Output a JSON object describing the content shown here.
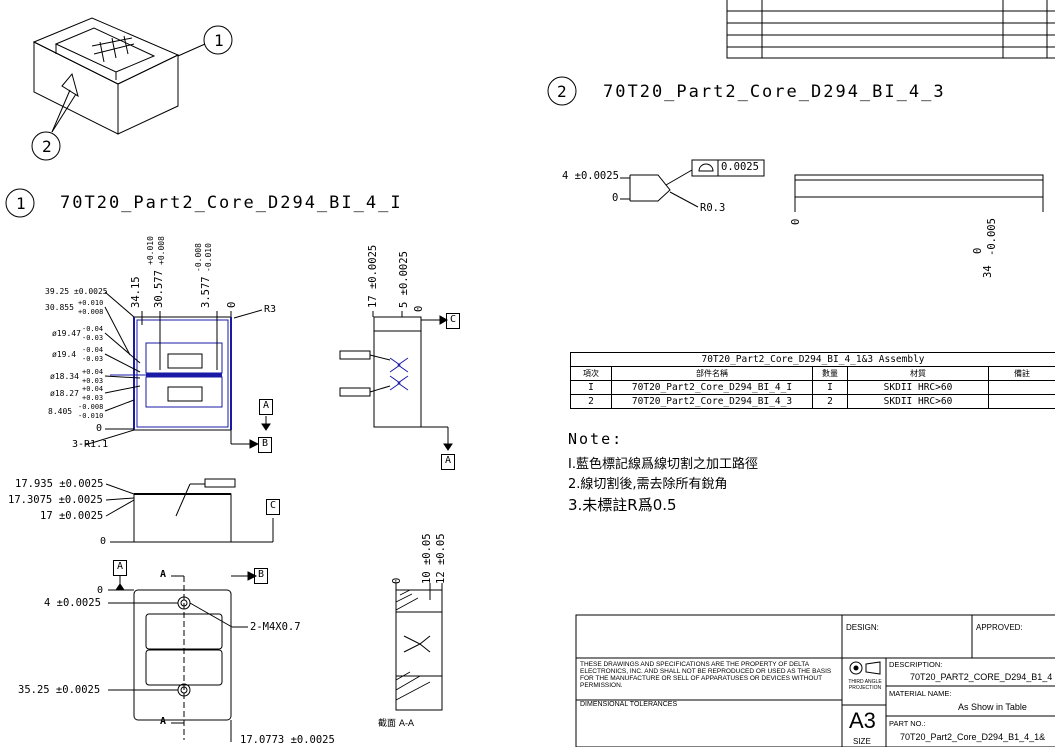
{
  "callouts": {
    "one": "1",
    "two": "2"
  },
  "part1_title": "70T20_Part2_Core_D294_BI_4_I",
  "part2_title": "70T20_Part2_Core_D294_BI_4_3",
  "left_dims": [
    "39.25 ±0.0025",
    "30.855",
    "+0.010",
    "+0.008",
    "ø19.47",
    "-0.04",
    "-0.03",
    "ø19.4",
    "-0.04",
    "-0.03",
    "ø18.34",
    "+0.04",
    "+0.03",
    "ø18.27",
    "+0.04",
    "+0.03",
    "8.405",
    "-0.008",
    "-0.010",
    "0"
  ],
  "top_dims": [
    "34.15",
    "+0.010",
    "+0.008",
    "30.577",
    "-0.008",
    "-0.010",
    "3.577",
    "0"
  ],
  "r3": "R3",
  "r11": "3-R1.1",
  "datums": {
    "a": "A",
    "b": "B",
    "c": "C"
  },
  "side_dims": [
    "17 ±0.0025",
    "5 ±0.0025",
    "0"
  ],
  "front_dims": [
    "17.935 ±0.0025",
    "17.3075 ±0.0025",
    "17 ±0.0025",
    "0"
  ],
  "bottom_dims": [
    "4 ±0.0025",
    "35.25 ±0.0025",
    "17.0773 ±0.0025",
    "0"
  ],
  "bottom_labels": {
    "m4": "2-M4X0.7",
    "section_a": "A",
    "section_caption": "截面 A-A"
  },
  "section_dims": [
    "0",
    "10 ±0.05",
    "12 ±0.05"
  ],
  "part2_dims": {
    "left1": "4 ±0.0025",
    "left2": "0",
    "profile_tol": "0.0025",
    "r03": "R0.3",
    "bar_zero": "0",
    "bar_tol": "-0.005",
    "bar_34": "34",
    "bar_0b": "0"
  },
  "table": {
    "title": "70T20_Part2_Core_D294_BI_4_1&3 Assembly",
    "headers": [
      "項次",
      "部件名稱",
      "數量",
      "材質",
      "備註"
    ],
    "rows": [
      [
        "I",
        "70T20_Part2_Core_D294_BI_4_I",
        "I",
        "SKDII HRC>60",
        ""
      ],
      [
        "2",
        "70T20_Part2_Core_D294_BI_4_3",
        "2",
        "SKDII HRC>60",
        ""
      ]
    ]
  },
  "notes": {
    "heading": "Note:",
    "n1": "I.藍色標記線爲線切割之加工路徑",
    "n2": "2.線切割後,需去除所有銳角",
    "n3": "3.未標註R爲0.5"
  },
  "title_block": {
    "design": "DESIGN:",
    "approved": "APPROVED:",
    "property": "THESE DRAWINGS AND SPECIFICATIONS ARE THE PROPERTY OF DELTA ELECTRONICS, INC. AND SHALL NOT BE REPRODUCED OR USED AS THE BASIS FOR THE MANUFACTURE OR SELL OF APPARATUSES OR DEVICES WITHOUT PERMISSION.",
    "dim_tol": "DIMENSIONAL TOLERANCES",
    "third_angle": "THIRD ANGLE PROJECTION",
    "description_label": "DESCRIPTION:",
    "description": "70T20_PART2_CORE_D294_B1_4",
    "material_label": "MATERIAL NAME:",
    "material": "As Show in Table",
    "size": "A3",
    "size_label": "SIZE",
    "part_no_label": "PART NO.:",
    "part_no": "70T20_Part2_Core_D294_B1_4_1&"
  },
  "colors": {
    "wire_path": "#1a1aa6",
    "line": "#000000"
  }
}
